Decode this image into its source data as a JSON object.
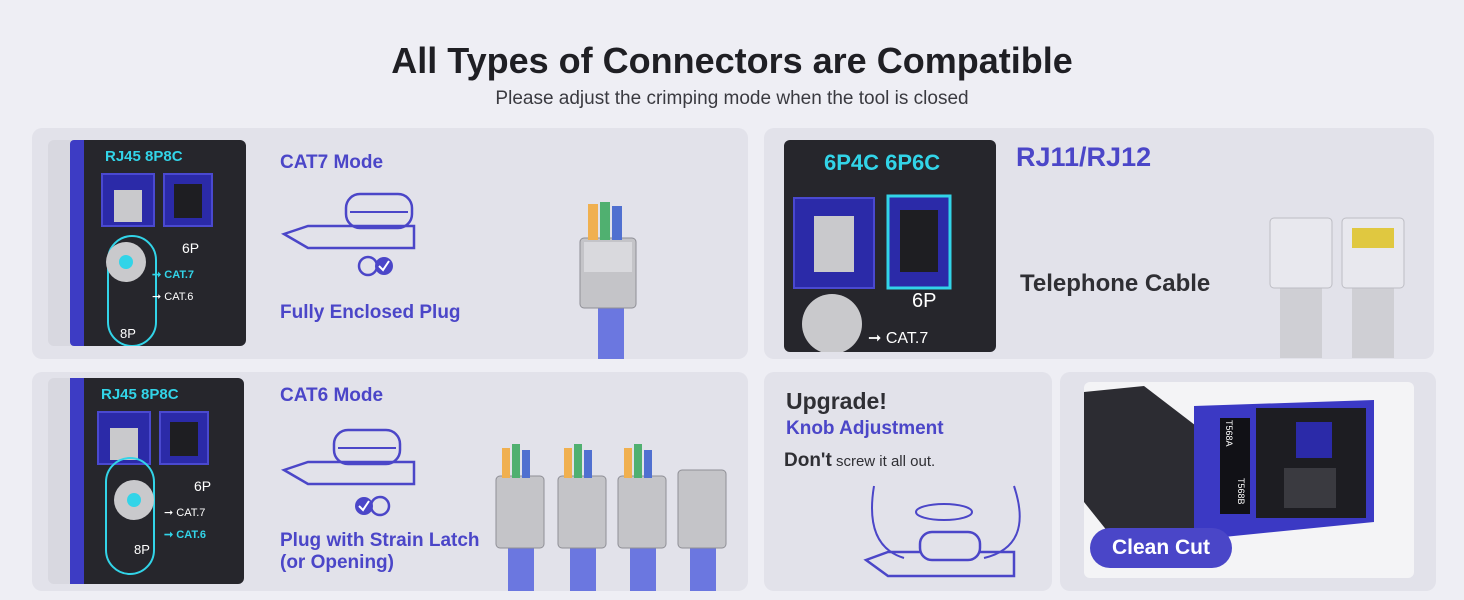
{
  "header": {
    "title": "All Types of Connectors are Compatible",
    "subtitle": "Please adjust the crimping mode when the tool is closed"
  },
  "panel_cat7": {
    "photo_label": "RJ45 8P8C",
    "port_6p": "6P",
    "cat7": "CAT.7",
    "cat6": "CAT.6",
    "port_8p": "8P",
    "mode": "CAT7 Mode",
    "plug_type": "Fully Enclosed Plug"
  },
  "panel_cat6": {
    "photo_label": "RJ45 8P8C",
    "port_6p": "6P",
    "cat7": "CAT.7",
    "cat6": "CAT.6",
    "port_8p": "8P",
    "mode": "CAT6 Mode",
    "plug_type_line1": "Plug with Strain Latch",
    "plug_type_line2": "(or Opening)"
  },
  "panel_rj11": {
    "photo_label": "6P4C 6P6C",
    "port_6p": "6P",
    "cat7": "CAT.7",
    "title": "RJ11/RJ12",
    "cable": "Telephone Cable"
  },
  "panel_upgrade": {
    "heading": "Upgrade!",
    "feature": "Knob Adjustment",
    "dont": "Don't",
    "rest": "screw it all out."
  },
  "panel_clean": {
    "label": "Clean Cut",
    "t568a": "T568A",
    "t568b": "T568B"
  },
  "colors": {
    "accent": "#4b46c8",
    "cyan": "#32d4e8",
    "tool_blue": "#3d3cc4",
    "card_bg": "#e2e2ea",
    "page_bg": "#eeeef4"
  }
}
